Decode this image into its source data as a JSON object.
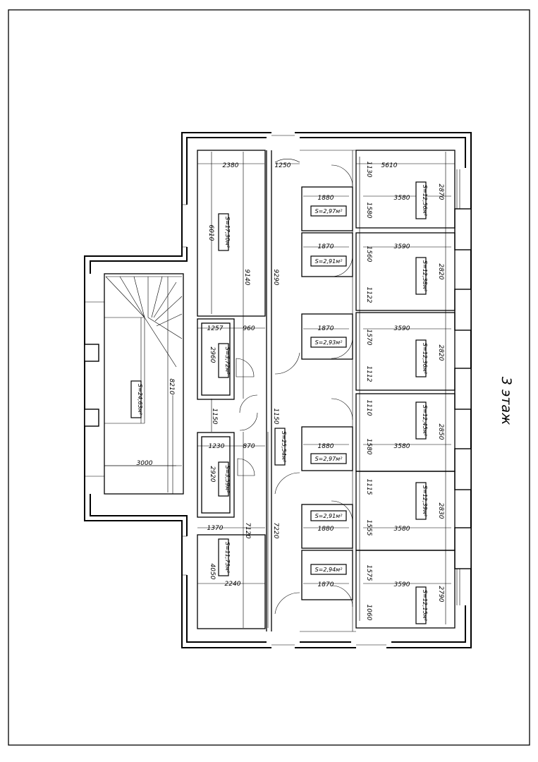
{
  "floor_title": "3 этаж",
  "room_areas": {
    "r1": "S=12,56м²",
    "b1": "S=2,97м²",
    "r2": "S=12,38м²",
    "b2": "S=2,91м²",
    "r3": "S=12,36м²",
    "b3": "S=2,93м²",
    "r4": "S=12,45м²",
    "b4": "S=2,97м²",
    "r5": "S=12,39м²",
    "b5": "S=2,91м²",
    "r6": "S=12,15м²",
    "b6": "S=2,94м²",
    "corridor": "S=25,54м²",
    "stair": "S=24,63м²",
    "lt": "S=17,30м²",
    "lc1": "S=3,72м²",
    "lc2": "S=3,59м²",
    "lb": "S=11,73м²"
  },
  "dimensions": {
    "d2380": "2380",
    "d1250": "1250",
    "d1130": "1130",
    "d5610": "5610",
    "d1880a": "1880",
    "d3580a": "3580",
    "d2870": "2870",
    "d1580a": "1580",
    "d6010": "6010",
    "d9140": "9140",
    "d9290": "9290",
    "d1870a": "1870",
    "d3590a": "3590",
    "d2820a": "2820",
    "d1560": "1560",
    "d1122": "1122",
    "d1257": "1257",
    "d960": "960",
    "d1870b": "1870",
    "d3590b": "3590",
    "d1570": "1570",
    "d2960": "2960",
    "d2820b": "2820",
    "d1112": "1112",
    "d8210": "8210",
    "d1150a": "1150",
    "d1150b": "1150",
    "d1110": "1110",
    "d2850": "2850",
    "d1230": "1230",
    "d870": "870",
    "d1880b": "1880",
    "d3580b": "3580",
    "d1580b": "1580",
    "d3000": "3000",
    "d2920": "2920",
    "d1115": "1115",
    "d2830": "2830",
    "d1370": "1370",
    "d7120": "7120",
    "d7220": "7220",
    "d1880c": "1880",
    "d3580c": "3580",
    "d1555": "1555",
    "d4050": "4050",
    "d2240": "2240",
    "d1870c": "1870",
    "d3590c": "3590",
    "d1575": "1575",
    "d2790": "2790",
    "d1060": "1060"
  }
}
